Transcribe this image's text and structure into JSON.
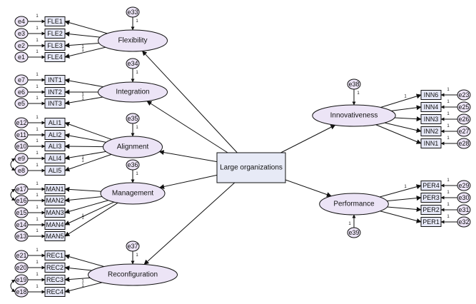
{
  "central": {
    "label": "Large organizations"
  },
  "one_label": "1",
  "left_groups": [
    {
      "latent": "Flexibility",
      "error": "e33",
      "items": [
        {
          "label": "FLE1",
          "error": "e4"
        },
        {
          "label": "FLE2",
          "error": "e3"
        },
        {
          "label": "FLE3",
          "error": "e2"
        },
        {
          "label": "FLE4",
          "error": "e1"
        }
      ]
    },
    {
      "latent": "Integration",
      "error": "e34",
      "items": [
        {
          "label": "INT1",
          "error": "e7"
        },
        {
          "label": "INT2",
          "error": "e6"
        },
        {
          "label": "INT3",
          "error": "e5"
        }
      ]
    },
    {
      "latent": "Alignment",
      "error": "e35",
      "items": [
        {
          "label": "ALI1",
          "error": "e12"
        },
        {
          "label": "ALI2",
          "error": "e11"
        },
        {
          "label": "ALI3",
          "error": "e10"
        },
        {
          "label": "ALI4",
          "error": "e9"
        },
        {
          "label": "ALI5",
          "error": "e8"
        }
      ]
    },
    {
      "latent": "Management",
      "error": "e36",
      "items": [
        {
          "label": "MAN1",
          "error": "e17"
        },
        {
          "label": "MAN2",
          "error": "e16"
        },
        {
          "label": "MAN3",
          "error": "e15"
        },
        {
          "label": "MAN4",
          "error": "e14"
        },
        {
          "label": "MAN5",
          "error": "e13"
        }
      ]
    },
    {
      "latent": "Reconfiguration",
      "error": "e37",
      "items": [
        {
          "label": "REC1",
          "error": "e21"
        },
        {
          "label": "REC2",
          "error": "e20"
        },
        {
          "label": "REC3",
          "error": "e19"
        },
        {
          "label": "REC4",
          "error": "e18"
        }
      ]
    }
  ],
  "right_groups": [
    {
      "latent": "Innovativeness",
      "error": "e38",
      "items": [
        {
          "label": "INN6",
          "error": "e23"
        },
        {
          "label": "INN4",
          "error": "e25"
        },
        {
          "label": "INN3",
          "error": "e26"
        },
        {
          "label": "INN2",
          "error": "e27"
        },
        {
          "label": "INN1",
          "error": "e28"
        }
      ]
    },
    {
      "latent": "Performance",
      "error": "e39",
      "items": [
        {
          "label": "PER4",
          "error": "e29"
        },
        {
          "label": "PER3",
          "error": "e30"
        },
        {
          "label": "PER2",
          "error": "e31"
        },
        {
          "label": "PER1",
          "error": "e32"
        }
      ]
    }
  ],
  "covariances": [
    {
      "a": "e17",
      "b": "e16"
    },
    {
      "a": "e9",
      "b": "e8"
    },
    {
      "a": "e19",
      "b": "e18"
    }
  ],
  "colors": {
    "ellipse_fill": "#ece4f6",
    "box_fill": "#e6e8f7",
    "central_fill": "#e7eaf6",
    "stroke": "#111111"
  }
}
